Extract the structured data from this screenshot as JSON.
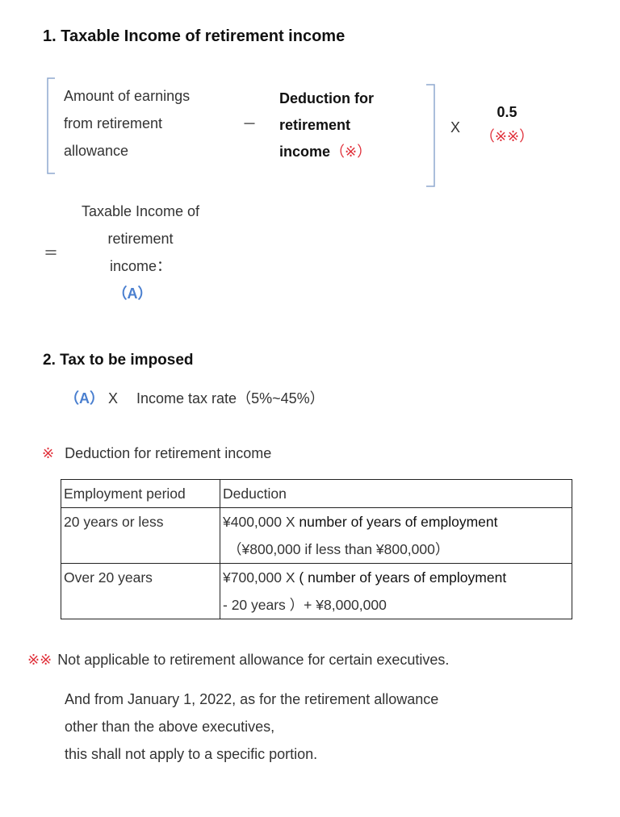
{
  "section1": {
    "heading": "1. Taxable Income of retirement income",
    "earnings": [
      "Amount of earnings",
      "from retirement",
      "allowance"
    ],
    "minus": "－",
    "deduction": [
      "Deduction for",
      "retirement",
      "income"
    ],
    "deduction_mark": "（※）",
    "times": "X",
    "factor": "0.5",
    "factor_mark": "（※※）",
    "equals": "＝",
    "result": [
      "Taxable Income of",
      "retirement",
      "income："
    ],
    "result_label": "（A）"
  },
  "section2": {
    "heading": "2. Tax to be imposed",
    "label": "（A）",
    "formula": " X 　Income tax rate（5%~45%）"
  },
  "note1": {
    "mark": "※",
    "text": "Deduction for retirement income"
  },
  "table": {
    "headers": [
      "Employment period",
      "Deduction"
    ],
    "rows": [
      {
        "period": "20 years or less",
        "line1_a": "¥400,000 X ",
        "line1_b": "number of years of employment",
        "line2": "（¥800,000 if less than ¥800,000）"
      },
      {
        "period": "Over 20 years",
        "line1_a": "¥700,000 X",
        "line1_b": "( number of years of employment",
        "line2": "- 20 years ）+ ¥8,000,000"
      }
    ]
  },
  "note2": {
    "mark": "※※",
    "text": "Not applicable to retirement allowance for certain executives.",
    "para": [
      "And from January 1, 2022, as for the retirement allowance",
      "other than the above executives,",
      "this shall not apply to a specific portion."
    ]
  },
  "colors": {
    "accent_red": "#e0303a",
    "accent_blue": "#4a7fcf",
    "bracket": "#8fa9cf"
  }
}
